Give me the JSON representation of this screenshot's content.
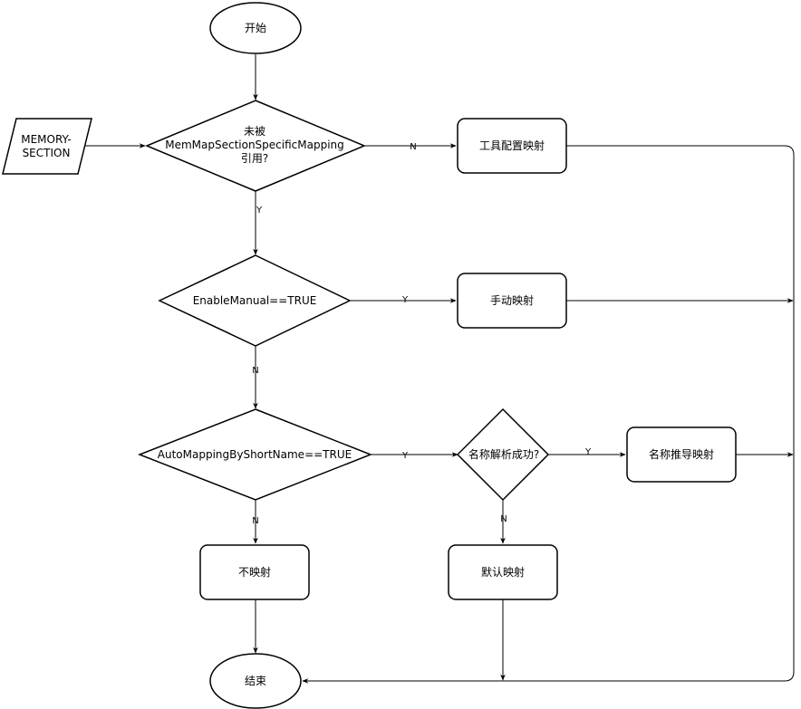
{
  "diagram": {
    "nodes": {
      "start": {
        "lines": [
          "开始"
        ]
      },
      "memory_section": {
        "lines": [
          "MEMORY-",
          "SECTION"
        ]
      },
      "decision_unreferenced": {
        "lines": [
          "未被",
          "MemMapSectionSpecificMapping",
          "引用?"
        ]
      },
      "tool_mapping": {
        "lines": [
          "工具配置映射"
        ]
      },
      "decision_manual": {
        "lines": [
          "EnableManual==TRUE"
        ]
      },
      "manual_mapping": {
        "lines": [
          "手动映射"
        ]
      },
      "decision_auto": {
        "lines": [
          "AutoMappingByShortName==TRUE"
        ]
      },
      "decision_name_parse": {
        "lines": [
          "名称解析成功?"
        ]
      },
      "name_inferred_mapping": {
        "lines": [
          "名称推导映射"
        ]
      },
      "no_mapping": {
        "lines": [
          "不映射"
        ]
      },
      "default_mapping": {
        "lines": [
          "默认映射"
        ]
      },
      "end": {
        "lines": [
          "结束"
        ]
      }
    },
    "edge_labels": {
      "unreferenced_no": "N",
      "unreferenced_yes": "Y",
      "manual_yes": "Y",
      "manual_no": "N",
      "auto_yes": "Y",
      "auto_no": "N",
      "parse_yes": "Y",
      "parse_no": "N"
    }
  }
}
